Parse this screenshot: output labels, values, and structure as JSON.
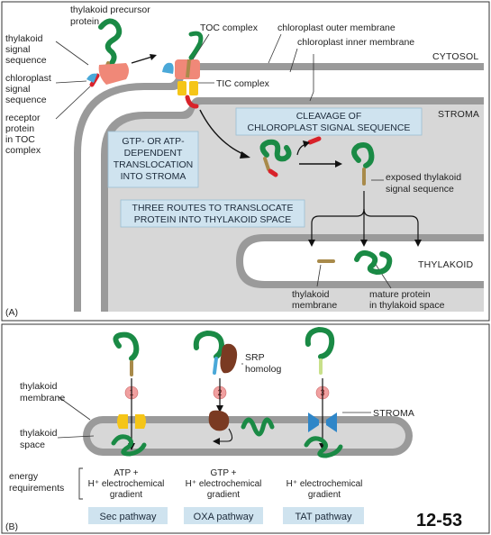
{
  "panel_a": {
    "label": "(A)",
    "labels": {
      "thylakoid_precursor": [
        "thylakoid precursor",
        "protein"
      ],
      "thylakoid_signal": [
        "thylakoid",
        "signal",
        "sequence"
      ],
      "chloroplast_signal": [
        "chloroplast",
        "signal",
        "sequence"
      ],
      "receptor": [
        "receptor",
        "protein",
        "in TOC",
        "complex"
      ],
      "toc": "TOC complex",
      "outer_membrane": "chloroplast outer membrane",
      "inner_membrane": "chloroplast inner membrane",
      "cytosol": "CYTOSOL",
      "tic": "TIC complex",
      "stroma": "STROMA",
      "exposed": [
        "exposed thylakoid",
        "signal sequence"
      ],
      "thylakoid_region": "THYLAKOID",
      "thylakoid_membrane": [
        "thylakoid",
        "membrane"
      ],
      "mature_protein": [
        "mature protein",
        "in thylakoid space"
      ]
    },
    "boxes": {
      "cleavage": [
        "CLEAVAGE OF",
        "CHLOROPLAST SIGNAL SEQUENCE"
      ],
      "translocation": [
        "GTP- OR ATP-",
        "DEPENDENT",
        "TRANSLOCATION",
        "INTO STROMA"
      ],
      "three_routes": [
        "THREE ROUTES TO TRANSLOCATE",
        "PROTEIN INTO THYLAKOID SPACE"
      ]
    }
  },
  "panel_b": {
    "label": "(B)",
    "labels": {
      "srp": [
        "SRP",
        "homolog"
      ],
      "thylakoid_membrane": [
        "thylakoid",
        "membrane"
      ],
      "thylakoid_space": [
        "thylakoid",
        "space"
      ],
      "stroma": "STROMA",
      "energy": [
        "energy",
        "requirements"
      ]
    },
    "steps": [
      "1",
      "2",
      "3"
    ],
    "energy": [
      [
        "ATP +",
        "H⁺ electrochemical",
        "gradient"
      ],
      [
        "GTP +",
        "H⁺ electrochemical",
        "gradient"
      ],
      [
        "H⁺ electrochemical",
        "gradient"
      ]
    ],
    "pathways": [
      "Sec pathway",
      "OXA pathway",
      "TAT pathway"
    ]
  },
  "figure_number": "12-53",
  "colors": {
    "protein_green": "#1a8a45",
    "signal_tan": "#a88a4a",
    "signal_red": "#d8222a",
    "toc_salmon": "#f08878",
    "tic_yellow": "#f5c518",
    "receptor_blue": "#4aa8d8",
    "srp_brown": "#7a3a22",
    "tat_blue": "#2f86c8",
    "membrane_gray": "#8e8e8e",
    "stroma_gray": "#d7d7d7",
    "box_blue": "#cfe3ef"
  }
}
